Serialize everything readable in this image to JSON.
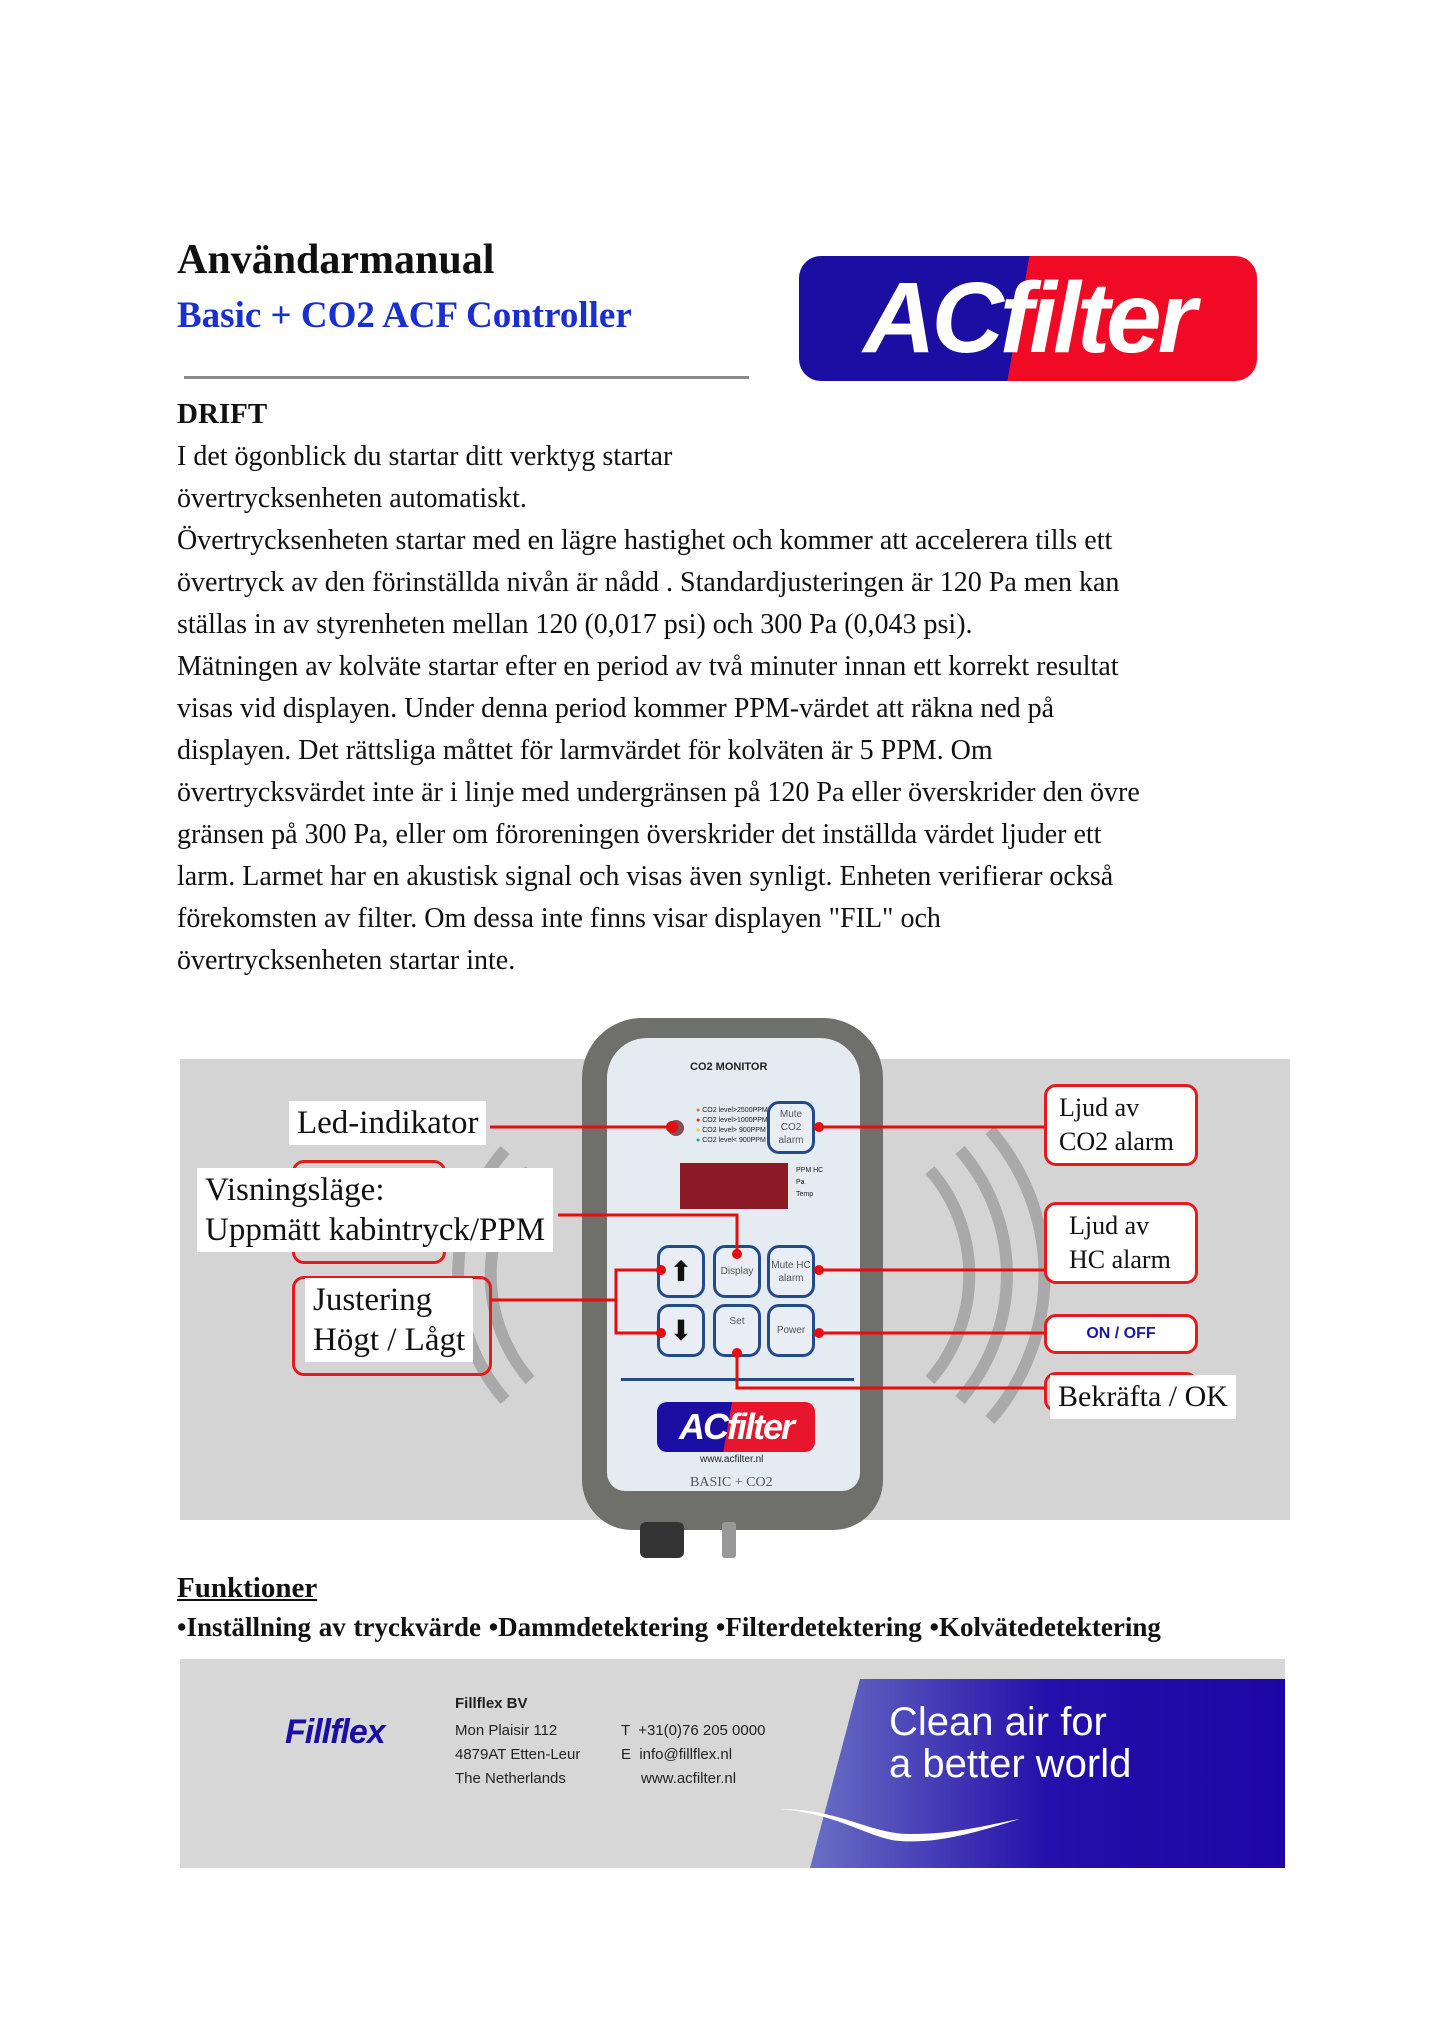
{
  "header": {
    "title": "Användarmanual",
    "subtitle": "Basic + CO2 ACF Controller",
    "logo_text": "ACfilter"
  },
  "section": {
    "heading": "DRIFT",
    "lines": [
      "I det ögonblick du startar ditt verktyg startar",
      "övertrycksenheten automatiskt.",
      "Övertrycksenheten startar med en lägre hastighet och kommer att accelerera tills ett",
      "övertryck av den förinställda nivån är nådd . Standardjusteringen är 120 Pa men kan",
      "ställas in av styrenheten mellan 120 (0,017 psi) och 300 Pa (0,043 psi).",
      "Mätningen av kolväte startar efter en period av två minuter innan ett korrekt resultat",
      "visas vid displayen. Under denna period kommer PPM-värdet att räkna ned på",
      "displayen. Det rättsliga måttet för larmvärdet för kolväten är 5 PPM. Om",
      "övertrycksvärdet inte är i linje med undergränsen på 120 Pa eller överskrider den övre",
      "gränsen på 300 Pa, eller om föroreningen överskrider det inställda värdet ljuder ett",
      "larm. Larmet har en akustisk signal och visas även synligt. Enheten verifierar också",
      "förekomsten av filter. Om dessa inte finns visar displayen \"FIL\" och",
      "övertrycksenheten startar inte."
    ]
  },
  "device": {
    "monitor_label": "CO2 MONITOR",
    "leds": [
      "CO2 level>2500PPM",
      "CO2 level>1000PPM",
      "CO2 level> 900PPM",
      "CO2 level< 900PPM"
    ],
    "led_colors": [
      "#e86a5a",
      "#d62a1a",
      "#e3d21a",
      "#1aa37a"
    ],
    "display_units": [
      "PPM HC",
      "Pa",
      "Temp"
    ],
    "buttons": {
      "mute_co2": "Mute CO2 alarm",
      "display": "Display",
      "mute_hc": "Mute HC alarm",
      "set": "Set",
      "power": "Power"
    },
    "website": "www.acfilter.nl",
    "model": "BASIC + CO2",
    "logo_text": "ACfilter"
  },
  "callouts": {
    "led": "Led-indikator",
    "display_mode_1": "Visningsläge:",
    "display_mode_2": "Uppmätt kabintryck/PPM",
    "adjust_1": "Justering",
    "adjust_2": "Högt / Lågt",
    "mute_co2_1": "Ljud av",
    "mute_co2_2": "CO2 alarm",
    "mute_hc_1": "Ljud av",
    "mute_hc_2": "HC alarm",
    "power": "ON / OFF",
    "confirm": "Bekräfta / OK"
  },
  "functions": {
    "heading": "Funktioner",
    "items": "•Inställning av tryckvärde  •Dammdetektering  •Filterdetektering  •Kolvätedetektering"
  },
  "footer": {
    "brand": "Fillflex",
    "company": "Fillflex BV",
    "address": [
      "Mon Plaisir 112",
      "4879AT Etten-Leur",
      "The Netherlands"
    ],
    "contact": [
      "T  +31(0)76 205 0000",
      "E  info@fillflex.nl",
      "    www.acfilter.nl"
    ],
    "slogan_1": "Clean air for",
    "slogan_2": "a better world"
  }
}
